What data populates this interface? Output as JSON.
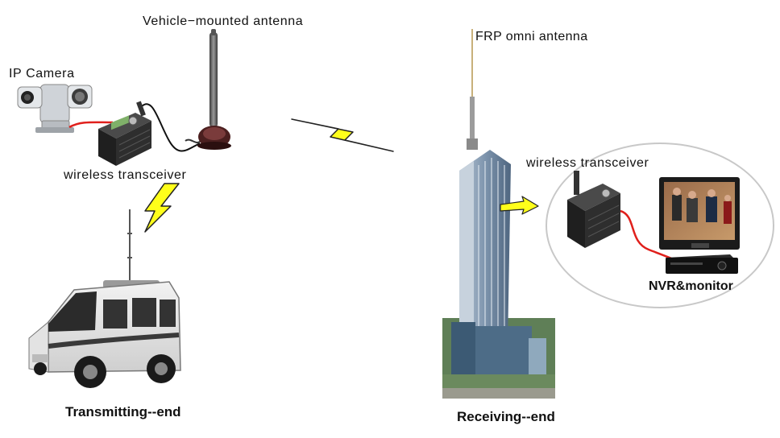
{
  "labels": {
    "vehicle_antenna": "Vehicle−mounted  antenna",
    "ip_camera": "IP  Camera",
    "wireless_transceiver_left": "wireless  transceiver",
    "transmitting_end": "Transmitting--end",
    "frp_antenna": "FRP omni antenna",
    "wireless_transceiver_right": "wireless  transceiver",
    "nvr_monitor": "NVR&monitor",
    "receiving_end": "Receiving--end"
  },
  "colors": {
    "lightning": "#ffff1a",
    "lightning_outline": "#222222",
    "cable_red": "#e0201c",
    "cable_black": "#111111",
    "tower_glass": "#6f8aa6",
    "device_body": "#2a2a2a"
  }
}
